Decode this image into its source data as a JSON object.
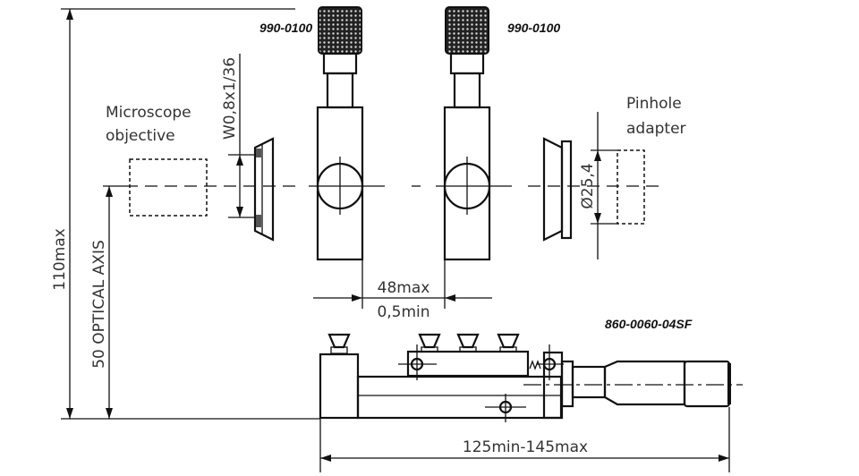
{
  "parts": {
    "micrometer_left": "990-0100",
    "micrometer_right": "990-0100",
    "stage": "860-0060-04SF"
  },
  "labels": {
    "objective_line1": "Microscope",
    "objective_line2": "objective",
    "thread": "W0,8x1/36",
    "pinhole_line1": "Pinhole",
    "pinhole_line2": "adapter",
    "diameter": "Ø25,4"
  },
  "dimensions": {
    "height_max": "110max",
    "optical_axis": "50 OPTICAL AXIS",
    "gap_max": "48max",
    "gap_min": "0,5min",
    "length": "125min-145max"
  }
}
